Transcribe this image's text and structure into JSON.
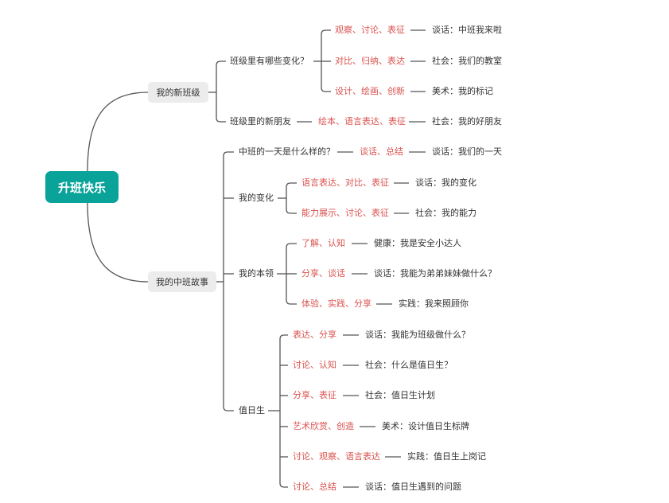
{
  "root": "升班快乐",
  "branches": [
    {
      "label": "我的新班级",
      "topics": [
        {
          "label": "班级里有哪些变化？",
          "items": [
            {
              "method": "观察、讨论、表征",
              "activity": "谈话：中班我来啦"
            },
            {
              "method": "对比、归纳、表达",
              "activity": "社会：我们的教室"
            },
            {
              "method": "设计、绘画、创新",
              "activity": "美术：我的标记"
            }
          ]
        },
        {
          "label": "班级里的新朋友",
          "items": [
            {
              "method": "绘本、语言表达、表征",
              "activity": "社会：我的好朋友"
            }
          ]
        }
      ]
    },
    {
      "label": "我的中班故事",
      "topics": [
        {
          "label": "中班的一天是什么样的？",
          "items": [
            {
              "method": "谈话、总结",
              "activity": "谈话：我们的一天"
            }
          ]
        },
        {
          "label": "我的变化",
          "items": [
            {
              "method": "语言表达、对比、表征",
              "activity": "谈话：我的变化"
            },
            {
              "method": "能力展示、讨论、表征",
              "activity": "社会：我的能力"
            }
          ]
        },
        {
          "label": "我的本领",
          "items": [
            {
              "method": "了解、认知",
              "activity": "健康：我是安全小达人"
            },
            {
              "method": "分享、谈话",
              "activity": "谈话：我能为弟弟妹妹做什么？"
            },
            {
              "method": "体验、实践、分享",
              "activity": "实践：我来照顾你"
            }
          ]
        },
        {
          "label": "值日生",
          "items": [
            {
              "method": "表达、分享",
              "activity": "谈话：我能为班级做什么？"
            },
            {
              "method": "讨论、认知",
              "activity": "社会：什么是值日生？"
            },
            {
              "method": "分享、表征",
              "activity": "社会：值日生计划"
            },
            {
              "method": "艺术欣赏、创造",
              "activity": "美术：设计值日生标牌"
            },
            {
              "method": "讨论、观察、语言表达",
              "activity": "实践：值日生上岗记"
            },
            {
              "method": "讨论、总结",
              "activity": "谈话：值日生遇到的问题"
            }
          ]
        }
      ]
    }
  ],
  "colors": {
    "root_bg": "#0aa39a",
    "method_text": "#d9534f",
    "line": "#555555",
    "pill_bg": "#ececec"
  }
}
